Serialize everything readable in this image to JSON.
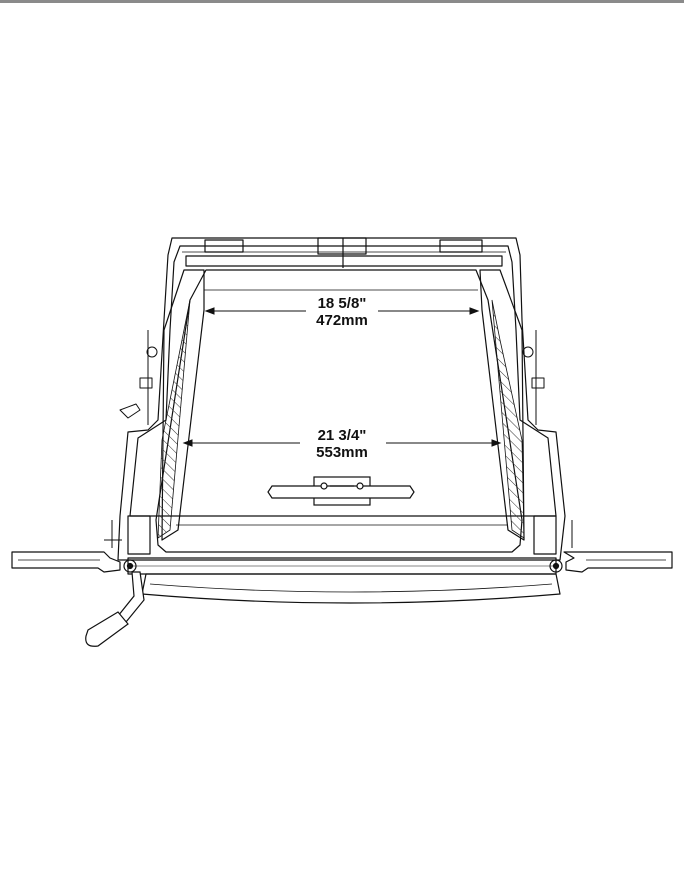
{
  "dimensions": {
    "upper": {
      "imperial": "18 5/8\"",
      "metric": "472mm"
    },
    "lower": {
      "imperial": "21 3/4\"",
      "metric": "553mm"
    }
  },
  "colors": {
    "line": "#111111",
    "hatch": "#333333",
    "rule": "#8a8a8a"
  },
  "icons": [
    "hinge-icon",
    "handle-icon",
    "crank-lever-icon"
  ]
}
